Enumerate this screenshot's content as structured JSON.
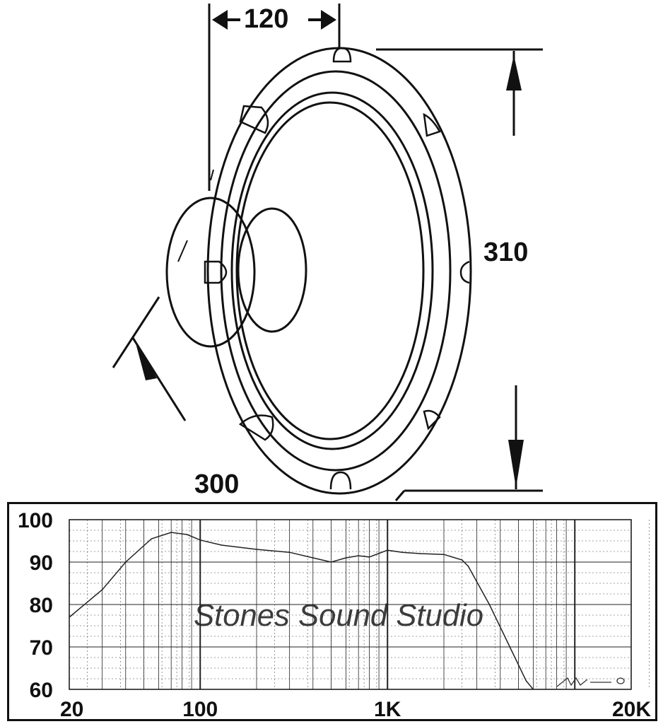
{
  "dimensions": {
    "depth": "120",
    "outer_diameter": "310",
    "cutout_diameter": "300"
  },
  "chart_data": {
    "type": "line",
    "title": "",
    "xlabel": "",
    "ylabel": "",
    "x_scale": "log",
    "xlim": [
      20,
      20000
    ],
    "ylim": [
      60,
      100
    ],
    "x_ticks": [
      {
        "value": 20,
        "label": "20"
      },
      {
        "value": 100,
        "label": "100"
      },
      {
        "value": 1000,
        "label": "1K"
      },
      {
        "value": 20000,
        "label": "20K"
      }
    ],
    "y_ticks": [
      {
        "value": 100,
        "label": "100"
      },
      {
        "value": 90,
        "label": "90"
      },
      {
        "value": 80,
        "label": "80"
      },
      {
        "value": 70,
        "label": "70"
      },
      {
        "value": 60,
        "label": "60"
      }
    ],
    "grid": true,
    "watermark": "Stones Sound Studio",
    "series": [
      {
        "x": [
          20,
          30,
          40,
          55,
          70,
          85,
          100,
          130,
          200,
          300,
          400,
          500,
          600,
          700,
          800,
          1000,
          1200,
          1500,
          2000,
          2500,
          2700,
          3500,
          4500,
          5500,
          6000
        ],
        "y": [
          77,
          83.5,
          90,
          95.5,
          97,
          96.5,
          95.2,
          94,
          93,
          92.3,
          91,
          90,
          91,
          91.5,
          91.2,
          92.8,
          92.3,
          92,
          91.8,
          90.5,
          89,
          80,
          70,
          62,
          60
        ]
      }
    ]
  }
}
